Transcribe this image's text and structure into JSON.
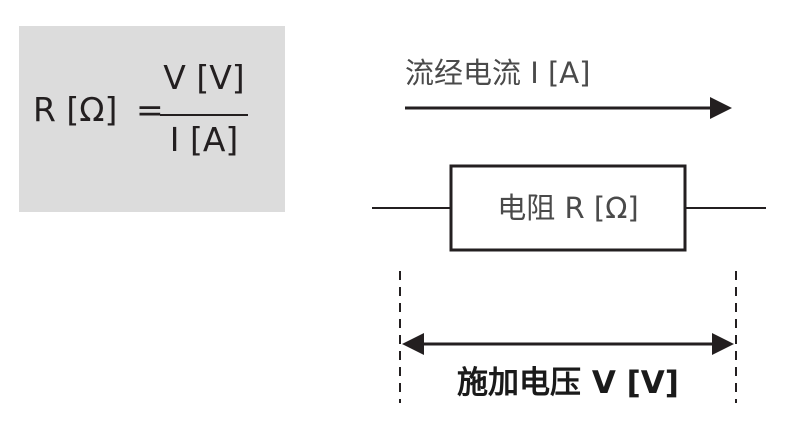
{
  "formula": {
    "lhs": "R [Ω]",
    "equals": "=",
    "numerator": "V [V]",
    "denominator": "I [A]"
  },
  "current": {
    "label": "流经电流 I [A]"
  },
  "resistor": {
    "label": "电阻 R [Ω]"
  },
  "voltage": {
    "label": "施加电压 V [V]"
  }
}
